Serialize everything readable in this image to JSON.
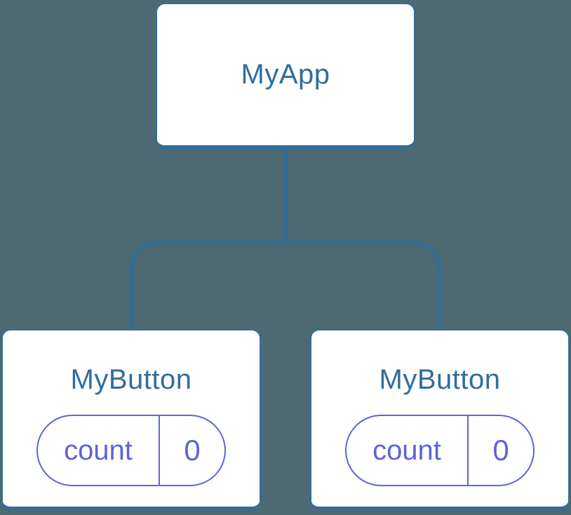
{
  "colors": {
    "bg": "#4D6973",
    "blue": "#2F6E9D",
    "indigo": "#5D64D9",
    "node-bg": "#FFFFFF"
  },
  "tree": {
    "root": {
      "label": "MyApp"
    },
    "children": [
      {
        "label": "MyButton",
        "state": {
          "key": "count",
          "value": "0"
        }
      },
      {
        "label": "MyButton",
        "state": {
          "key": "count",
          "value": "0"
        }
      }
    ]
  }
}
